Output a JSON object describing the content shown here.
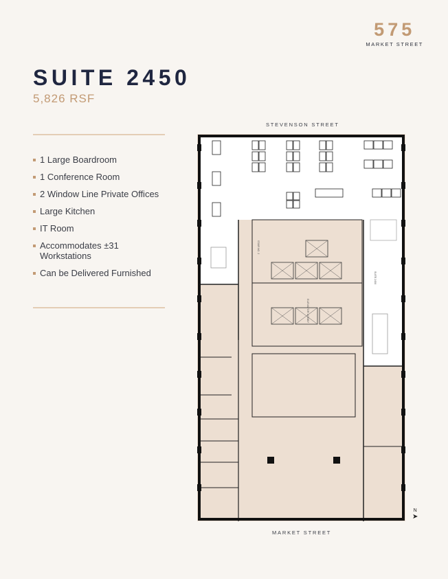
{
  "brand": {
    "number": "575",
    "subtitle": "MARKET STREET"
  },
  "suite": {
    "title": "SUITE 2450",
    "area": "5,826 RSF"
  },
  "features": [
    "1 Large Boardroom",
    "1 Conference Room",
    "2 Window Line Private Offices",
    "Large Kitchen",
    "IT Room",
    "Accommodates ±31 Workstations",
    "Can be Delivered Furnished"
  ],
  "plan": {
    "top_street": "STEVENSON STREET",
    "bottom_street": "MARKET STREET",
    "north_label": "N",
    "labels": {
      "lobby": "ELEVATOR LOBBY",
      "stair": "STAIR NO. 2",
      "suite": "SUITE 2450"
    },
    "colors": {
      "suite_fill": "#ffffff",
      "other_fill": "#eddfd2",
      "wall": "#111111"
    }
  },
  "colors": {
    "accent": "#c29a74",
    "navy": "#1f2640",
    "background": "#f8f5f1"
  }
}
